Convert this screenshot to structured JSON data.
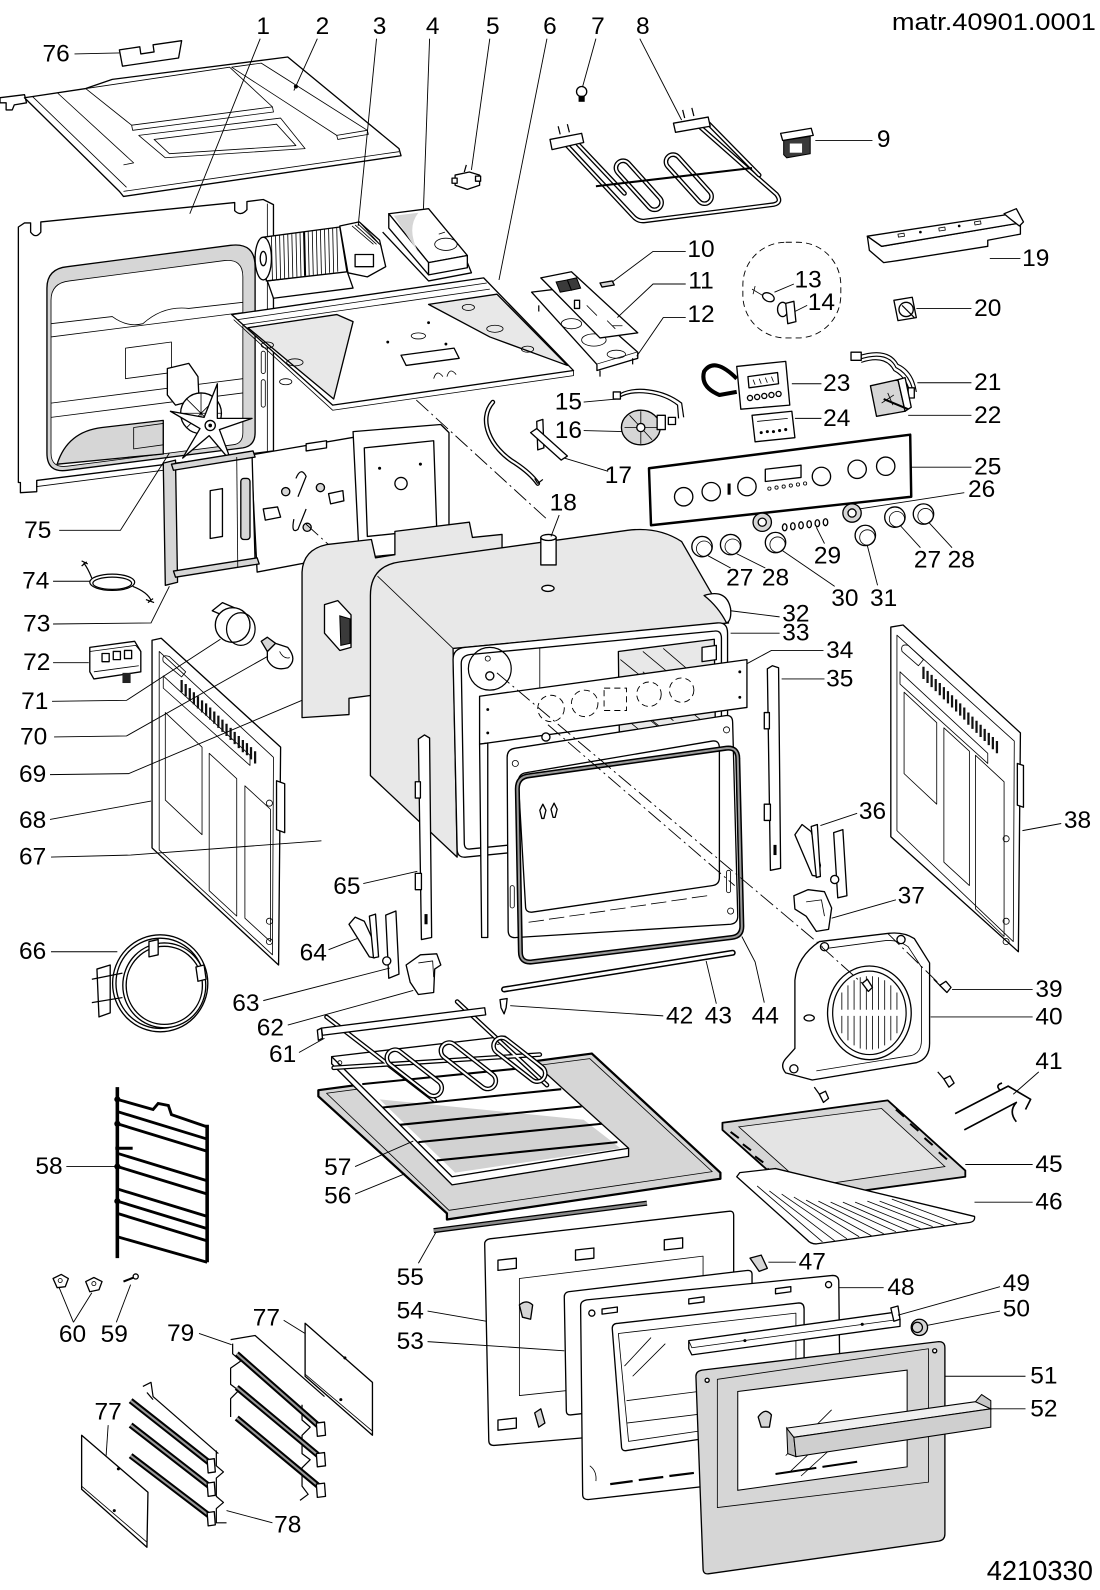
{
  "diagram": {
    "reference": "matr.40901.0001",
    "drawing_number": "4210330"
  },
  "callouts": {
    "1": "1",
    "2": "2",
    "3": "3",
    "4": "4",
    "5": "5",
    "6": "6",
    "7": "7",
    "8": "8",
    "9": "9",
    "10": "10",
    "11": "11",
    "12": "12",
    "13": "13",
    "14": "14",
    "15": "15",
    "16": "16",
    "17": "17",
    "18": "18",
    "19": "19",
    "20": "20",
    "21": "21",
    "22": "22",
    "23": "23",
    "24": "24",
    "25": "25",
    "26": "26",
    "27a": "27",
    "28a": "28",
    "29": "29",
    "30": "30",
    "31": "31",
    "27b": "27",
    "28b": "28",
    "32": "32",
    "33": "33",
    "34": "34",
    "35": "35",
    "36": "36",
    "37": "37",
    "38": "38",
    "39": "39",
    "40": "40",
    "41": "41",
    "42": "42",
    "43": "43",
    "44": "44",
    "45": "45",
    "46": "46",
    "47": "47",
    "48": "48",
    "49": "49",
    "50": "50",
    "51": "51",
    "52": "52",
    "53": "53",
    "54": "54",
    "55": "55",
    "56": "56",
    "57": "57",
    "58": "58",
    "59": "59",
    "60": "60",
    "61": "61",
    "62": "62",
    "63": "63",
    "64": "64",
    "65": "65",
    "66": "66",
    "67": "67",
    "68": "68",
    "69": "69",
    "70": "70",
    "71": "71",
    "72": "72",
    "73": "73",
    "74": "74",
    "75": "75",
    "76": "76",
    "77a": "77",
    "77b": "77",
    "78": "78",
    "79": "79"
  }
}
